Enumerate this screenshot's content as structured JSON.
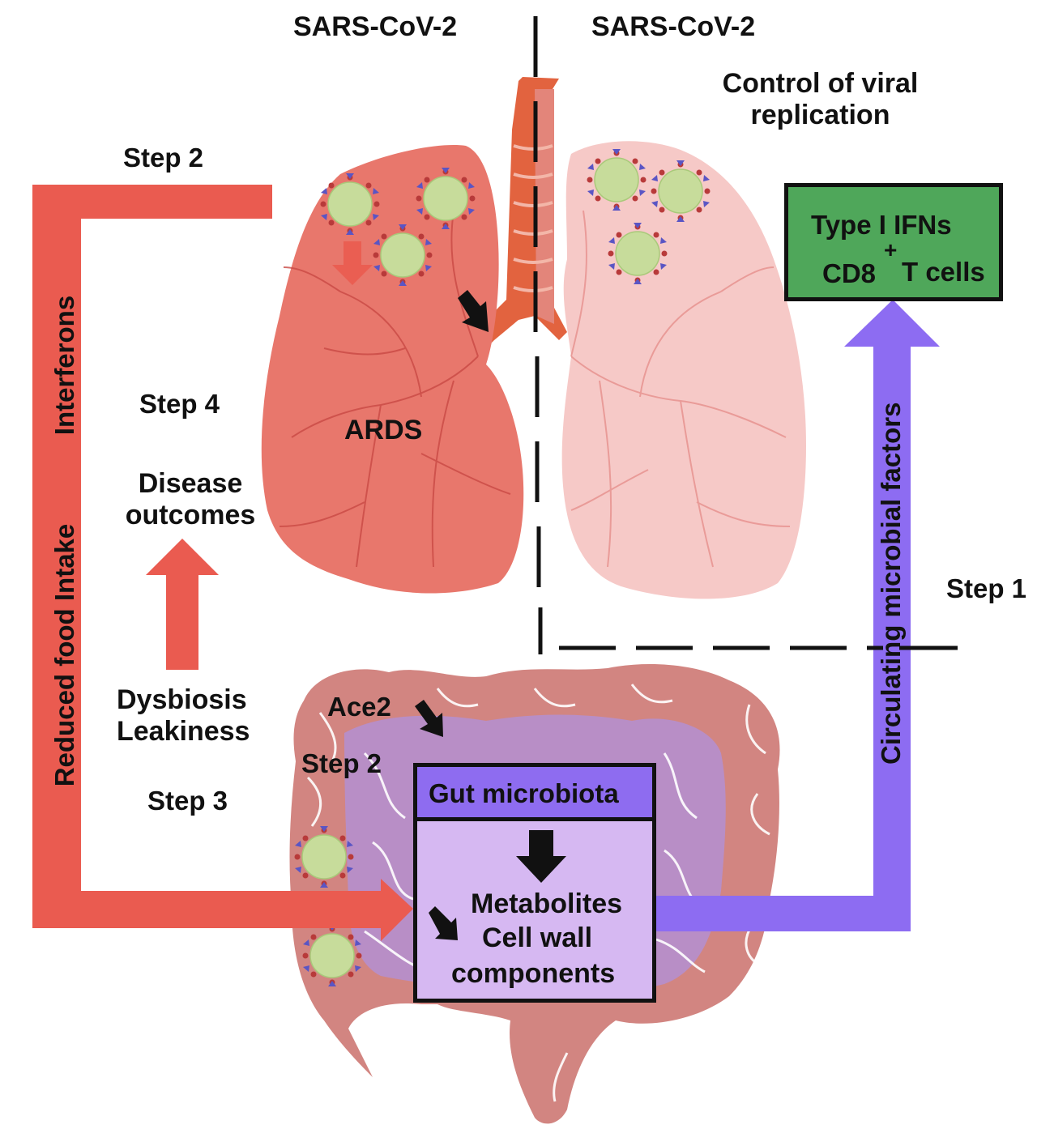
{
  "colors": {
    "left_lung": "#e8776c",
    "left_lung_vein": "#c94a45",
    "right_lung": "#f6c9c7",
    "right_lung_vein": "#e79390",
    "trachea": "#e2633f",
    "red_arrow": "#ea5b50",
    "purple_arrow": "#8d6cf2",
    "ifn_box": "#4fa75a",
    "microbiota_header": "#8e6cf0",
    "microbiota_body": "#d6b8f2",
    "intestine": "#d28581",
    "small_intestine": "#b88ec6",
    "virus_body": "#c7dc9b",
    "virus_spike_blue": "#5a55c4",
    "virus_spike_red": "#b83a3a",
    "divider": "#111111"
  },
  "labels": {
    "left_virus": "SARS-CoV-2",
    "right_virus": "SARS-CoV-2",
    "control_line1": "Control of viral",
    "control_line2": "replication",
    "step2_top": "Step 2",
    "step4": "Step 4",
    "disease_line1": "Disease",
    "disease_line2": "outcomes",
    "dysbiosis": "Dysbiosis",
    "leakiness": "Leakiness",
    "step3": "Step 3",
    "ards": "ARDS",
    "ace2": "Ace2",
    "step2_gut": "Step 2",
    "step1": "Step 1",
    "interferons": "Interferons",
    "reduced_food": "Reduced food Intake",
    "circulating": "Circulating   microbial   factors"
  },
  "ifn_box": {
    "line1": "Type I IFNs",
    "plus": "+",
    "line2a": "CD8",
    "line2b": "T cells"
  },
  "microbiota_box": {
    "header": "Gut microbiota",
    "line1": "Metabolites",
    "line2": "Cell wall",
    "line3": "components"
  }
}
